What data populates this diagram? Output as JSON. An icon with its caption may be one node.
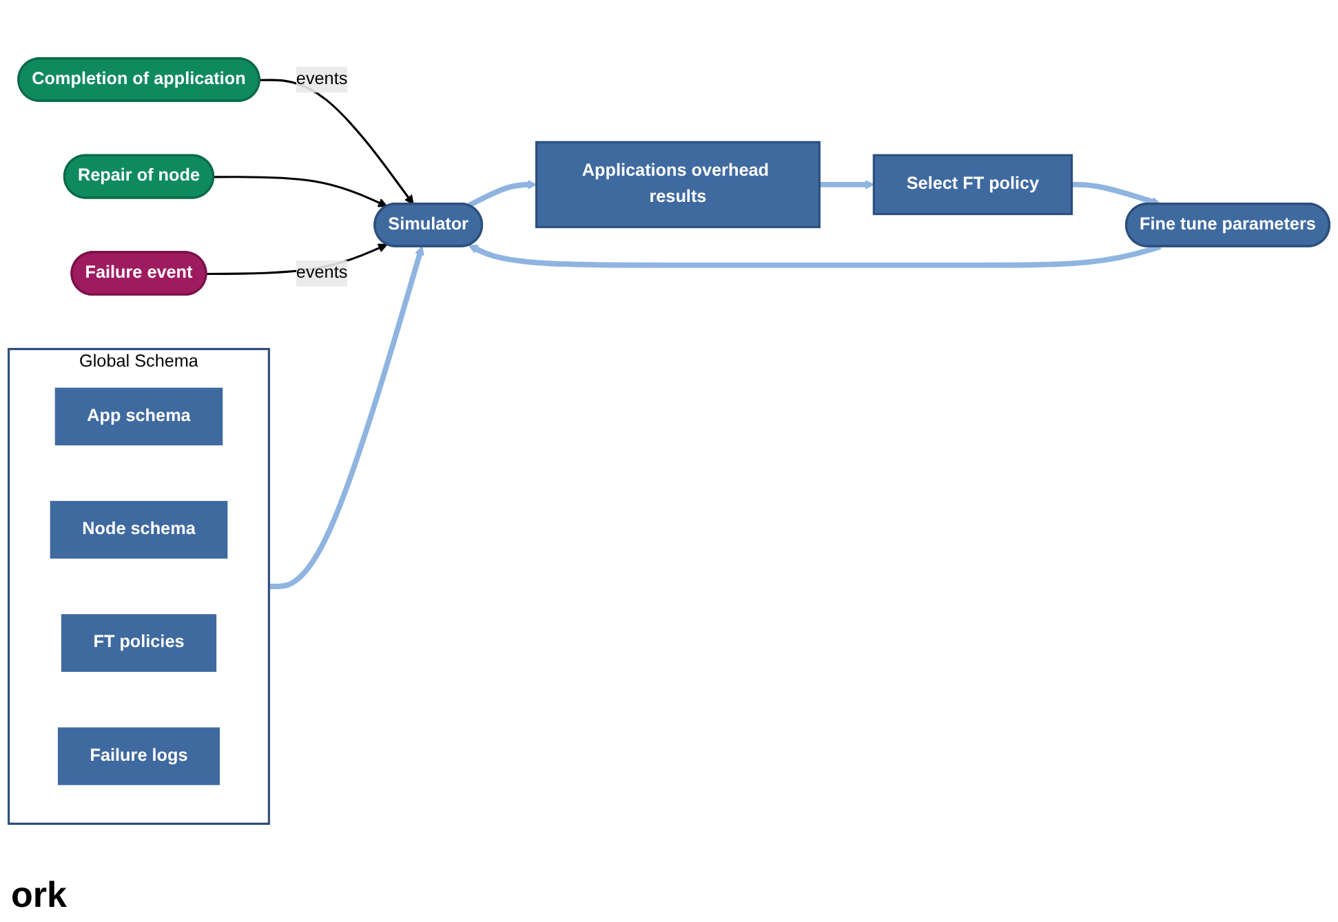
{
  "diagram": {
    "nodes": [
      {
        "text": [
          "Global Schema"
        ]
      },
      {
        "text": [
          "App schema"
        ],
        "in": 0
      },
      {
        "text": [
          "Node schema"
        ],
        "in": 0
      },
      {
        "text": [
          "FT policies"
        ],
        "in": 0
      },
      {
        "text": [
          "Failure logs"
        ],
        "in": 0
      },
      {
        "text": [
          "Fine tune parameters"
        ]
      },
      {
        "text": [
          "Select FT policy"
        ]
      },
      {
        "text": [
          "Simulator"
        ]
      },
      {
        "text": [
          "Applications overhead results"
        ]
      },
      {
        "text": [
          "Completion of application"
        ]
      },
      {
        "text": [
          "Repair of node"
        ]
      },
      {
        "text": [
          "Failure event"
        ]
      }
    ],
    "edges": [
      {
        "from": 6,
        "to": 5,
        "arrow": "to"
      },
      {
        "from": 5,
        "to": 7,
        "arrow": "to"
      },
      {
        "from": 0,
        "to": 7,
        "arrow": "to"
      },
      {
        "from": 7,
        "to": 8,
        "arrow": "to"
      },
      {
        "from": 8,
        "to": 6,
        "arrow": "to"
      },
      {
        "from": 9,
        "to": 7,
        "arrow": "to",
        "label": "events",
        "color": "#000000"
      },
      {
        "from": 10,
        "to": 7,
        "arrow": "to",
        "color": "#000000"
      },
      {
        "from": 11,
        "to": 7,
        "arrow": "to",
        "label": "events",
        "color": "#000000"
      }
    ],
    "labels": [
      "ork"
    ]
  }
}
